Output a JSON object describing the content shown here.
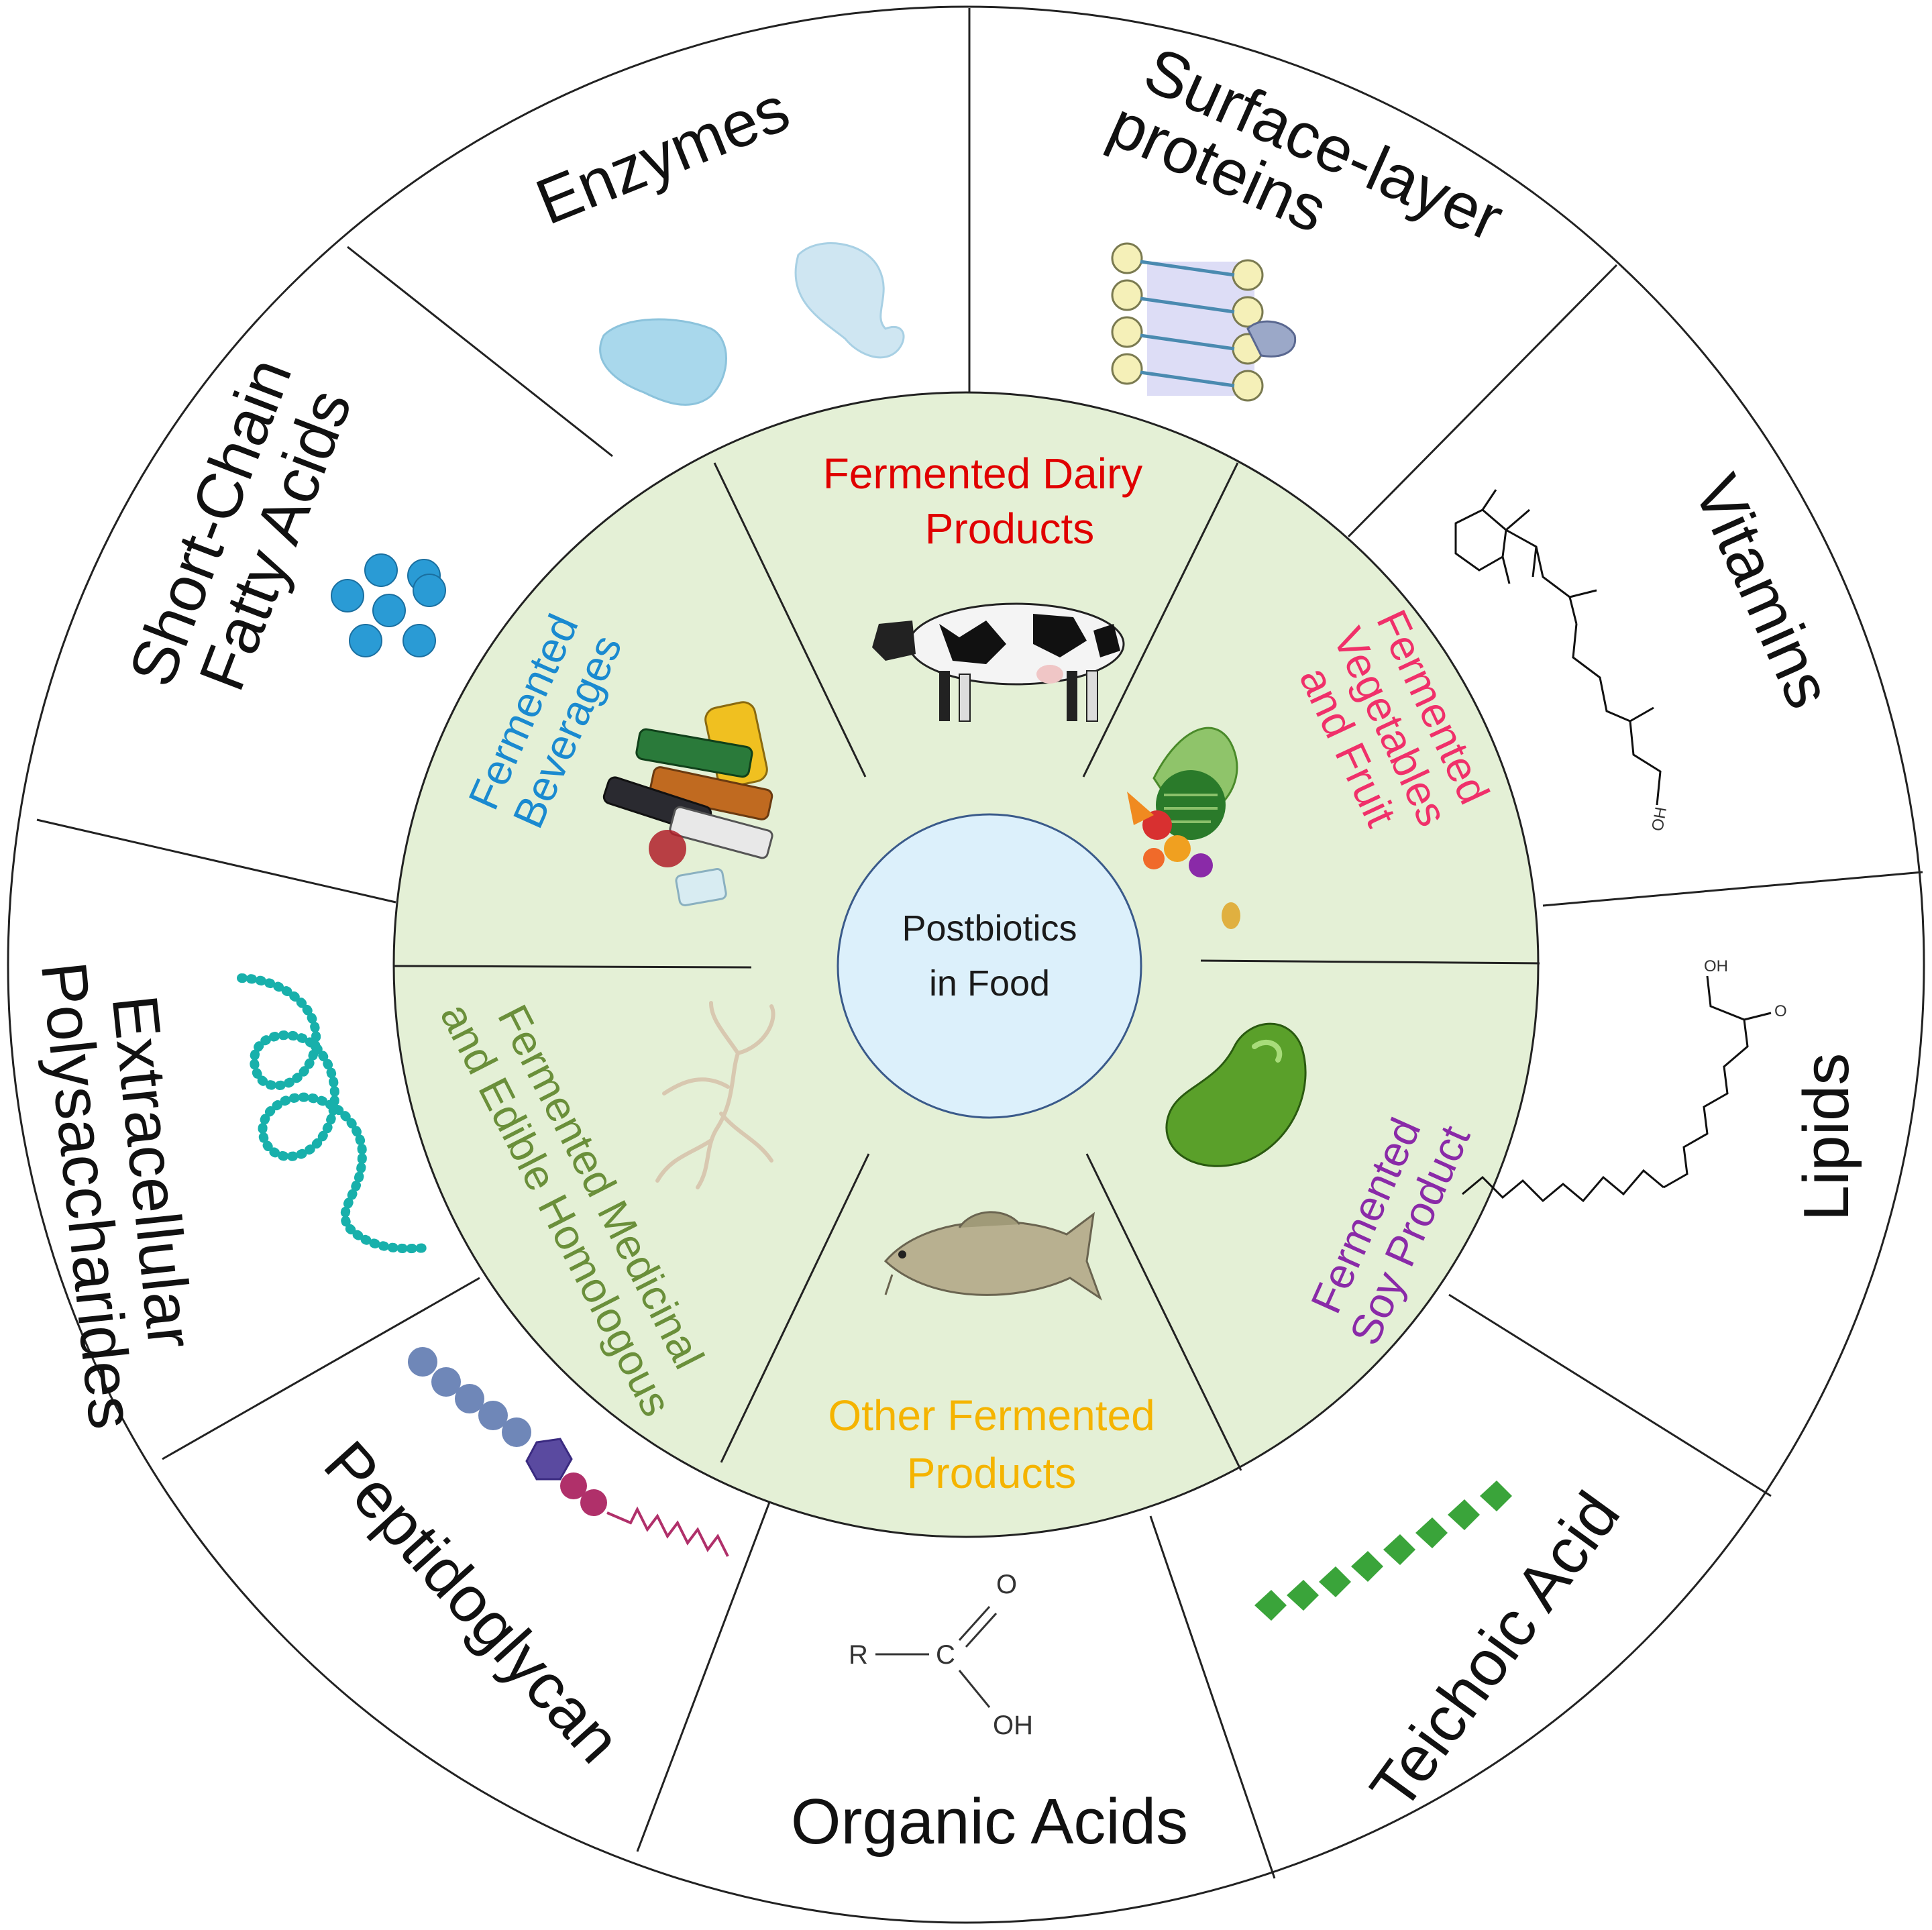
{
  "center": {
    "line1": "Postbiotics",
    "line2": "in Food"
  },
  "outer_segments": {
    "enzymes": "Enzymes",
    "surface_layer": {
      "line1": "Surface-layer",
      "line2": "proteins"
    },
    "vitamins": "Vitamins",
    "lipids": "Lipids",
    "teichoic_acid": "Teichoic Acid",
    "organic_acids": "Organic Acids",
    "peptidoglycan": "Peptidoglycan",
    "extracellular_polysaccharides": {
      "line1": "Extracellular",
      "line2": "Polysaccharides"
    },
    "short_chain_fatty_acids": {
      "line1": "Short-Chain",
      "line2": "Fatty Acids"
    }
  },
  "inner_segments": {
    "dairy": {
      "line1": "Fermented Dairy",
      "line2": "Products",
      "color": "#e00000"
    },
    "vegetables": {
      "line1": "Fermented",
      "line2": "Vegetables",
      "line3": "and Fruit",
      "color": "#f0306a"
    },
    "soy": {
      "line1": "Fermented",
      "line2": "Soy Product",
      "color": "#8a2aa8"
    },
    "other": {
      "line1": "Other Fermented",
      "line2": "Products",
      "color": "#f5b400"
    },
    "medicinal": {
      "line1": "Fermented Medicinal",
      "line2": "and Edible Homologous",
      "color": "#6a8f3a"
    },
    "beverages": {
      "line1": "Fermented",
      "line2": "Beverages",
      "color": "#1a8ad0"
    }
  },
  "chem_labels": {
    "r": "R",
    "c": "C",
    "o": "O",
    "oh": "OH",
    "vitamin_oh": "OH",
    "lipid_oh": "OH",
    "lipid_o": "O"
  },
  "colors": {
    "inner_fill": "#e4f0d6",
    "center_fill": "#dcf0fb",
    "center_stroke": "#3a5a8a",
    "line": "#222222"
  }
}
